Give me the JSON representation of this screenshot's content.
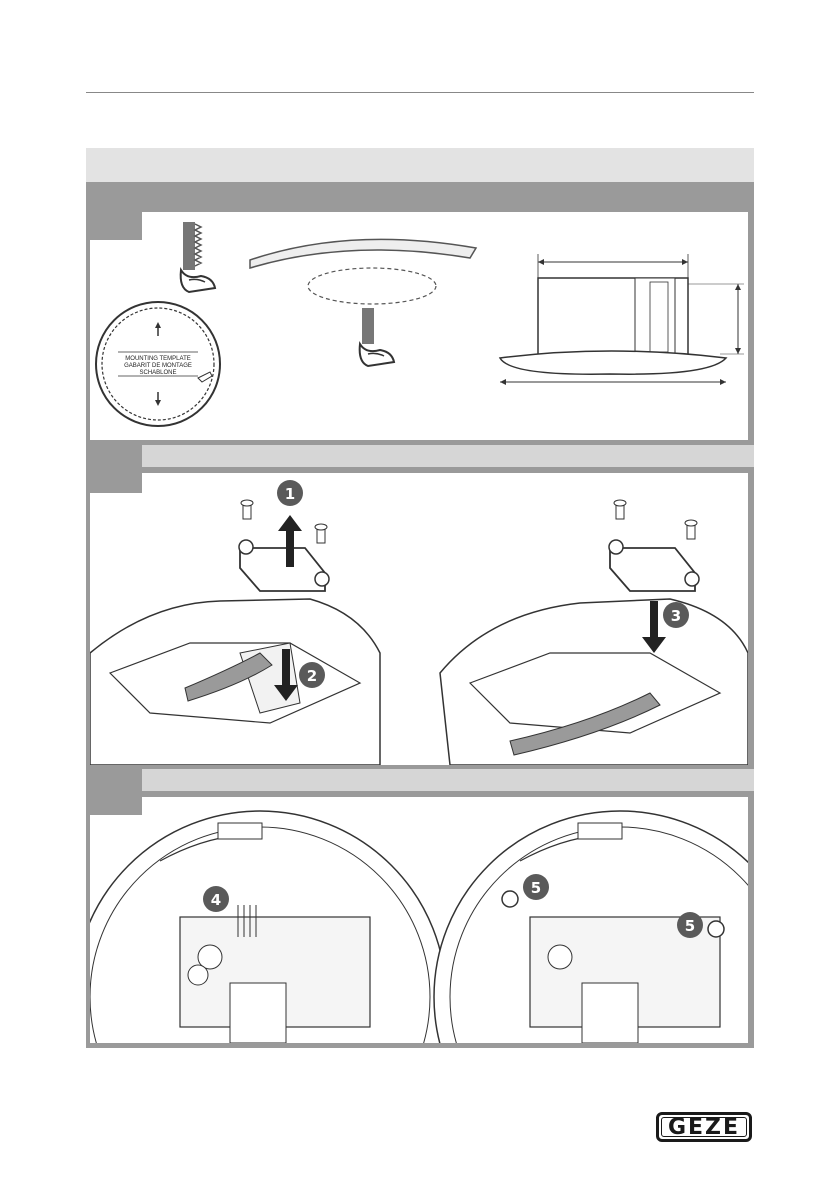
{
  "template": {
    "line1": "MOUNTING TEMPLATE",
    "line2": "GABARIT DE MONTAGE",
    "line3": "SCHABLONE"
  },
  "callouts": {
    "n1": "1",
    "n2": "2",
    "n3": "3",
    "n4": "4",
    "n5a": "5",
    "n5b": "5"
  },
  "logo": "GEZE",
  "colors": {
    "frame": "#9a9a9a",
    "header_band": "#e3e3e3",
    "callout_fill": "#5a5a5a",
    "cable": "#8a8a8a"
  }
}
